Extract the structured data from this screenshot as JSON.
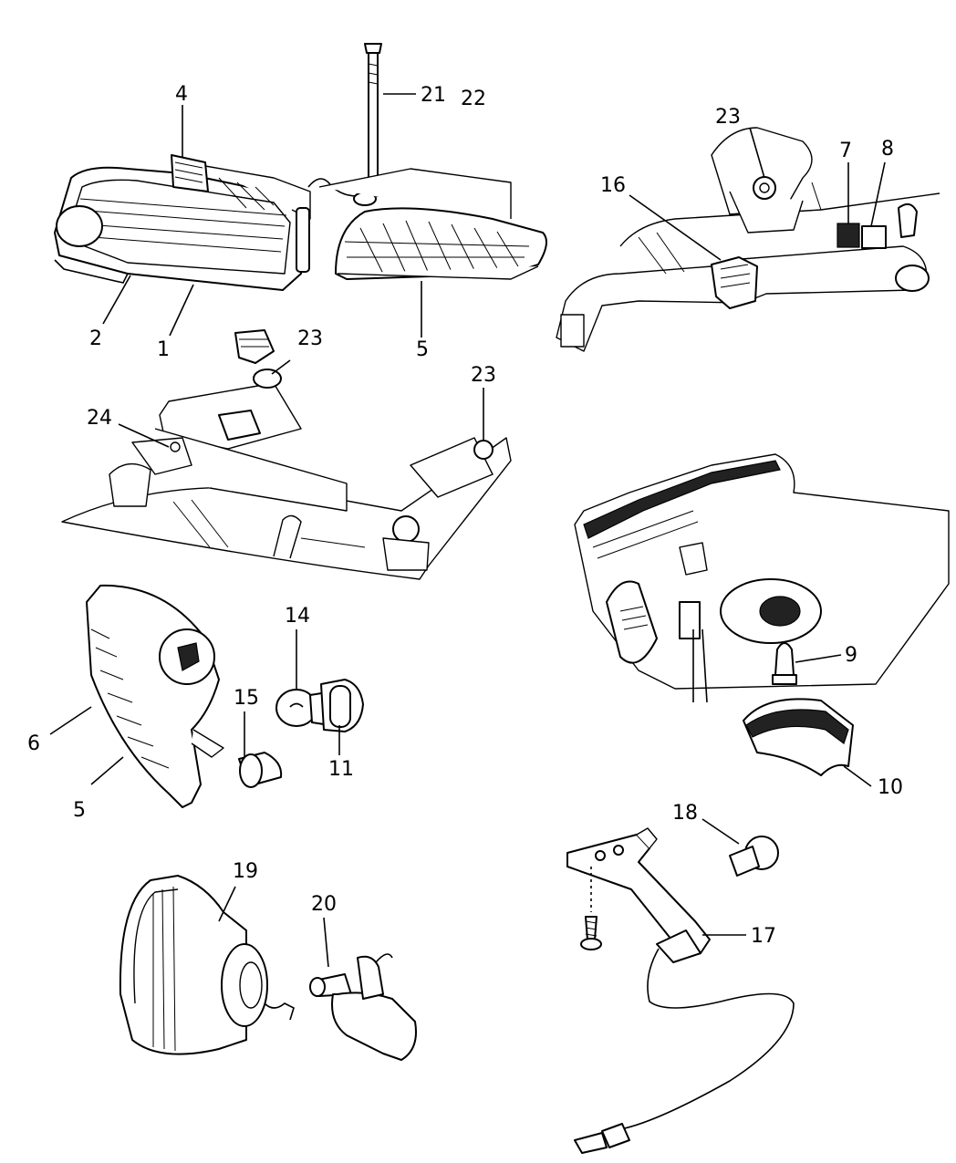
{
  "callouts": {
    "c1": "1",
    "c2": "2",
    "c4": "4",
    "c5a": "5",
    "c21": "21",
    "c22": "22",
    "c23a": "23",
    "c16": "16",
    "c7": "7",
    "c8": "8",
    "c23b": "23",
    "c24": "24",
    "c23c": "23",
    "c14": "14",
    "c15": "15",
    "c11": "11",
    "c6": "6",
    "c5b": "5",
    "c9": "9",
    "c10": "10",
    "c18": "18",
    "c17": "17",
    "c19": "19",
    "c20": "20"
  }
}
